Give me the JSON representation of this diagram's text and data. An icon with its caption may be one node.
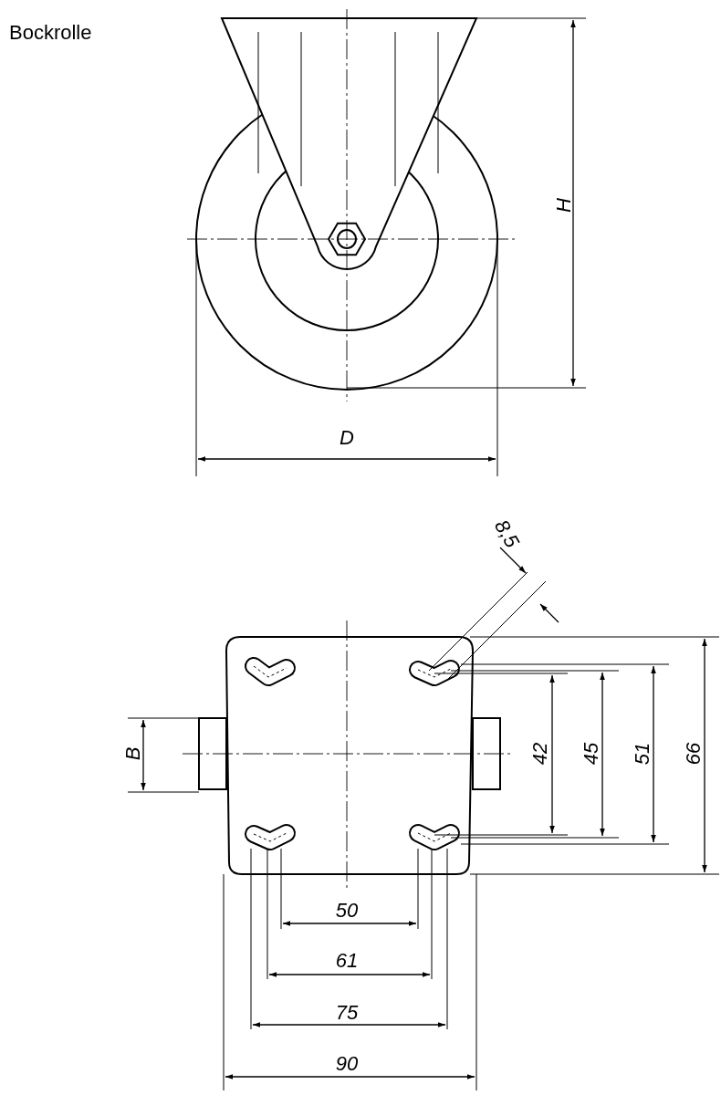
{
  "diagram": {
    "title": "Bockrolle",
    "labels": [
      "H",
      "D",
      "8,5",
      "B",
      "42",
      "45",
      "51",
      "66",
      "50",
      "61",
      "75",
      "90"
    ]
  }
}
